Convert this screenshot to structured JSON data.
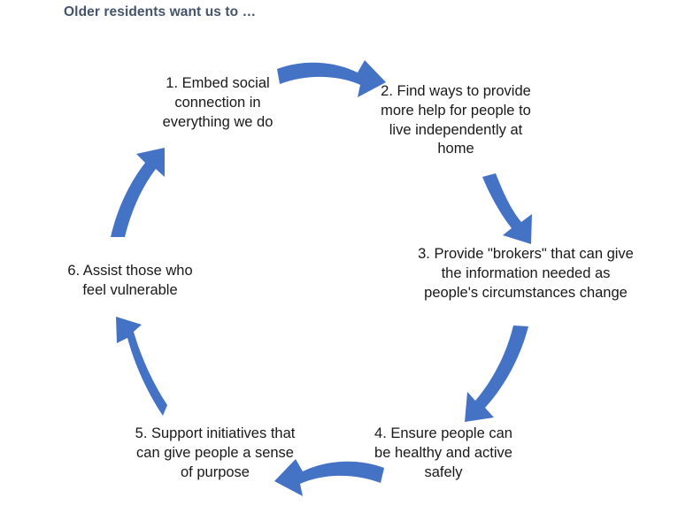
{
  "title": "Older residents want us to …",
  "colors": {
    "title_text": "#44546a",
    "body_text": "#191919",
    "arrow_fill": "#4472c4",
    "background": "#ffffff"
  },
  "diagram": {
    "type": "cycle",
    "direction": "clockwise",
    "step_count": 6,
    "steps": [
      {
        "number": "1.",
        "text": "1. Embed social connection in everything we do",
        "position": "top-left"
      },
      {
        "number": "2.",
        "text": "2. Find ways to provide more help for people to live independently at home",
        "position": "top-right"
      },
      {
        "number": "3.",
        "text": "3. Provide \"brokers\" that can give the information needed as people's circumstances change",
        "position": "right"
      },
      {
        "number": "4.",
        "text": "4. Ensure people can be healthy and active safely",
        "position": "bottom-right"
      },
      {
        "number": "5.",
        "text": "5. Support initiatives that can give people a sense of purpose",
        "position": "bottom-left"
      },
      {
        "number": "6.",
        "text": "6.  Assist those who feel vulnerable",
        "position": "left"
      }
    ],
    "arrows": [
      {
        "name": "arrow-1-to-2",
        "from": "1",
        "to": "2",
        "heading": "right"
      },
      {
        "name": "arrow-2-to-3",
        "from": "2",
        "to": "3",
        "heading": "down-right"
      },
      {
        "name": "arrow-3-to-4",
        "from": "3",
        "to": "4",
        "heading": "down-left"
      },
      {
        "name": "arrow-4-to-5",
        "from": "4",
        "to": "5",
        "heading": "left"
      },
      {
        "name": "arrow-5-to-6",
        "from": "5",
        "to": "6",
        "heading": "up-left"
      },
      {
        "name": "arrow-6-to-1",
        "from": "6",
        "to": "1",
        "heading": "up-right"
      }
    ]
  }
}
